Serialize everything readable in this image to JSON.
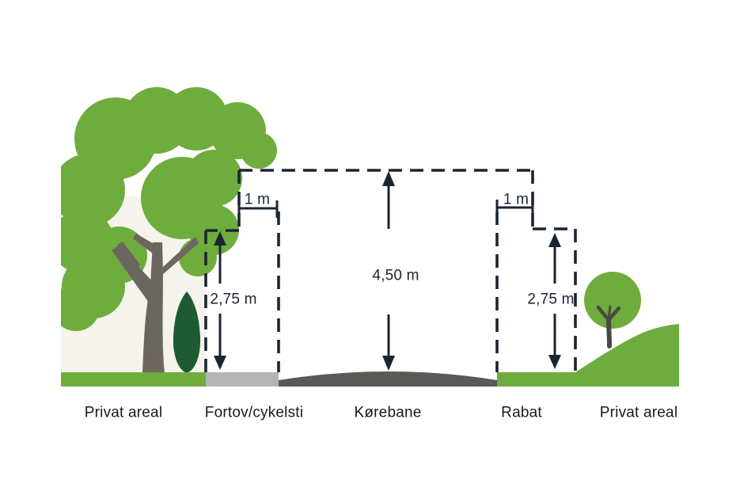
{
  "diagram": {
    "measurements": {
      "offset_left": "1 m",
      "offset_right": "1 m",
      "height_sidewalk": "2,75 m",
      "height_road": "4,50 m",
      "height_verge": "2,75 m"
    },
    "zones": {
      "private_left": "Privat areal",
      "sidewalk": "Fortov/cykelsti",
      "road": "Kørebane",
      "verge": "Rabat",
      "private_right": "Privat areal"
    }
  },
  "colors": {
    "foliage": "#6fac3e",
    "foliage_dark": "#1e5b33",
    "trunk": "#6b675f",
    "trunk_small": "#4b4741",
    "sidewalk": "#b5b4b2",
    "road": "#5a5955",
    "line": "#1b2532",
    "text": "#1a1a1a",
    "backdrop": "#f5f3ec",
    "background": "#ffffff"
  }
}
